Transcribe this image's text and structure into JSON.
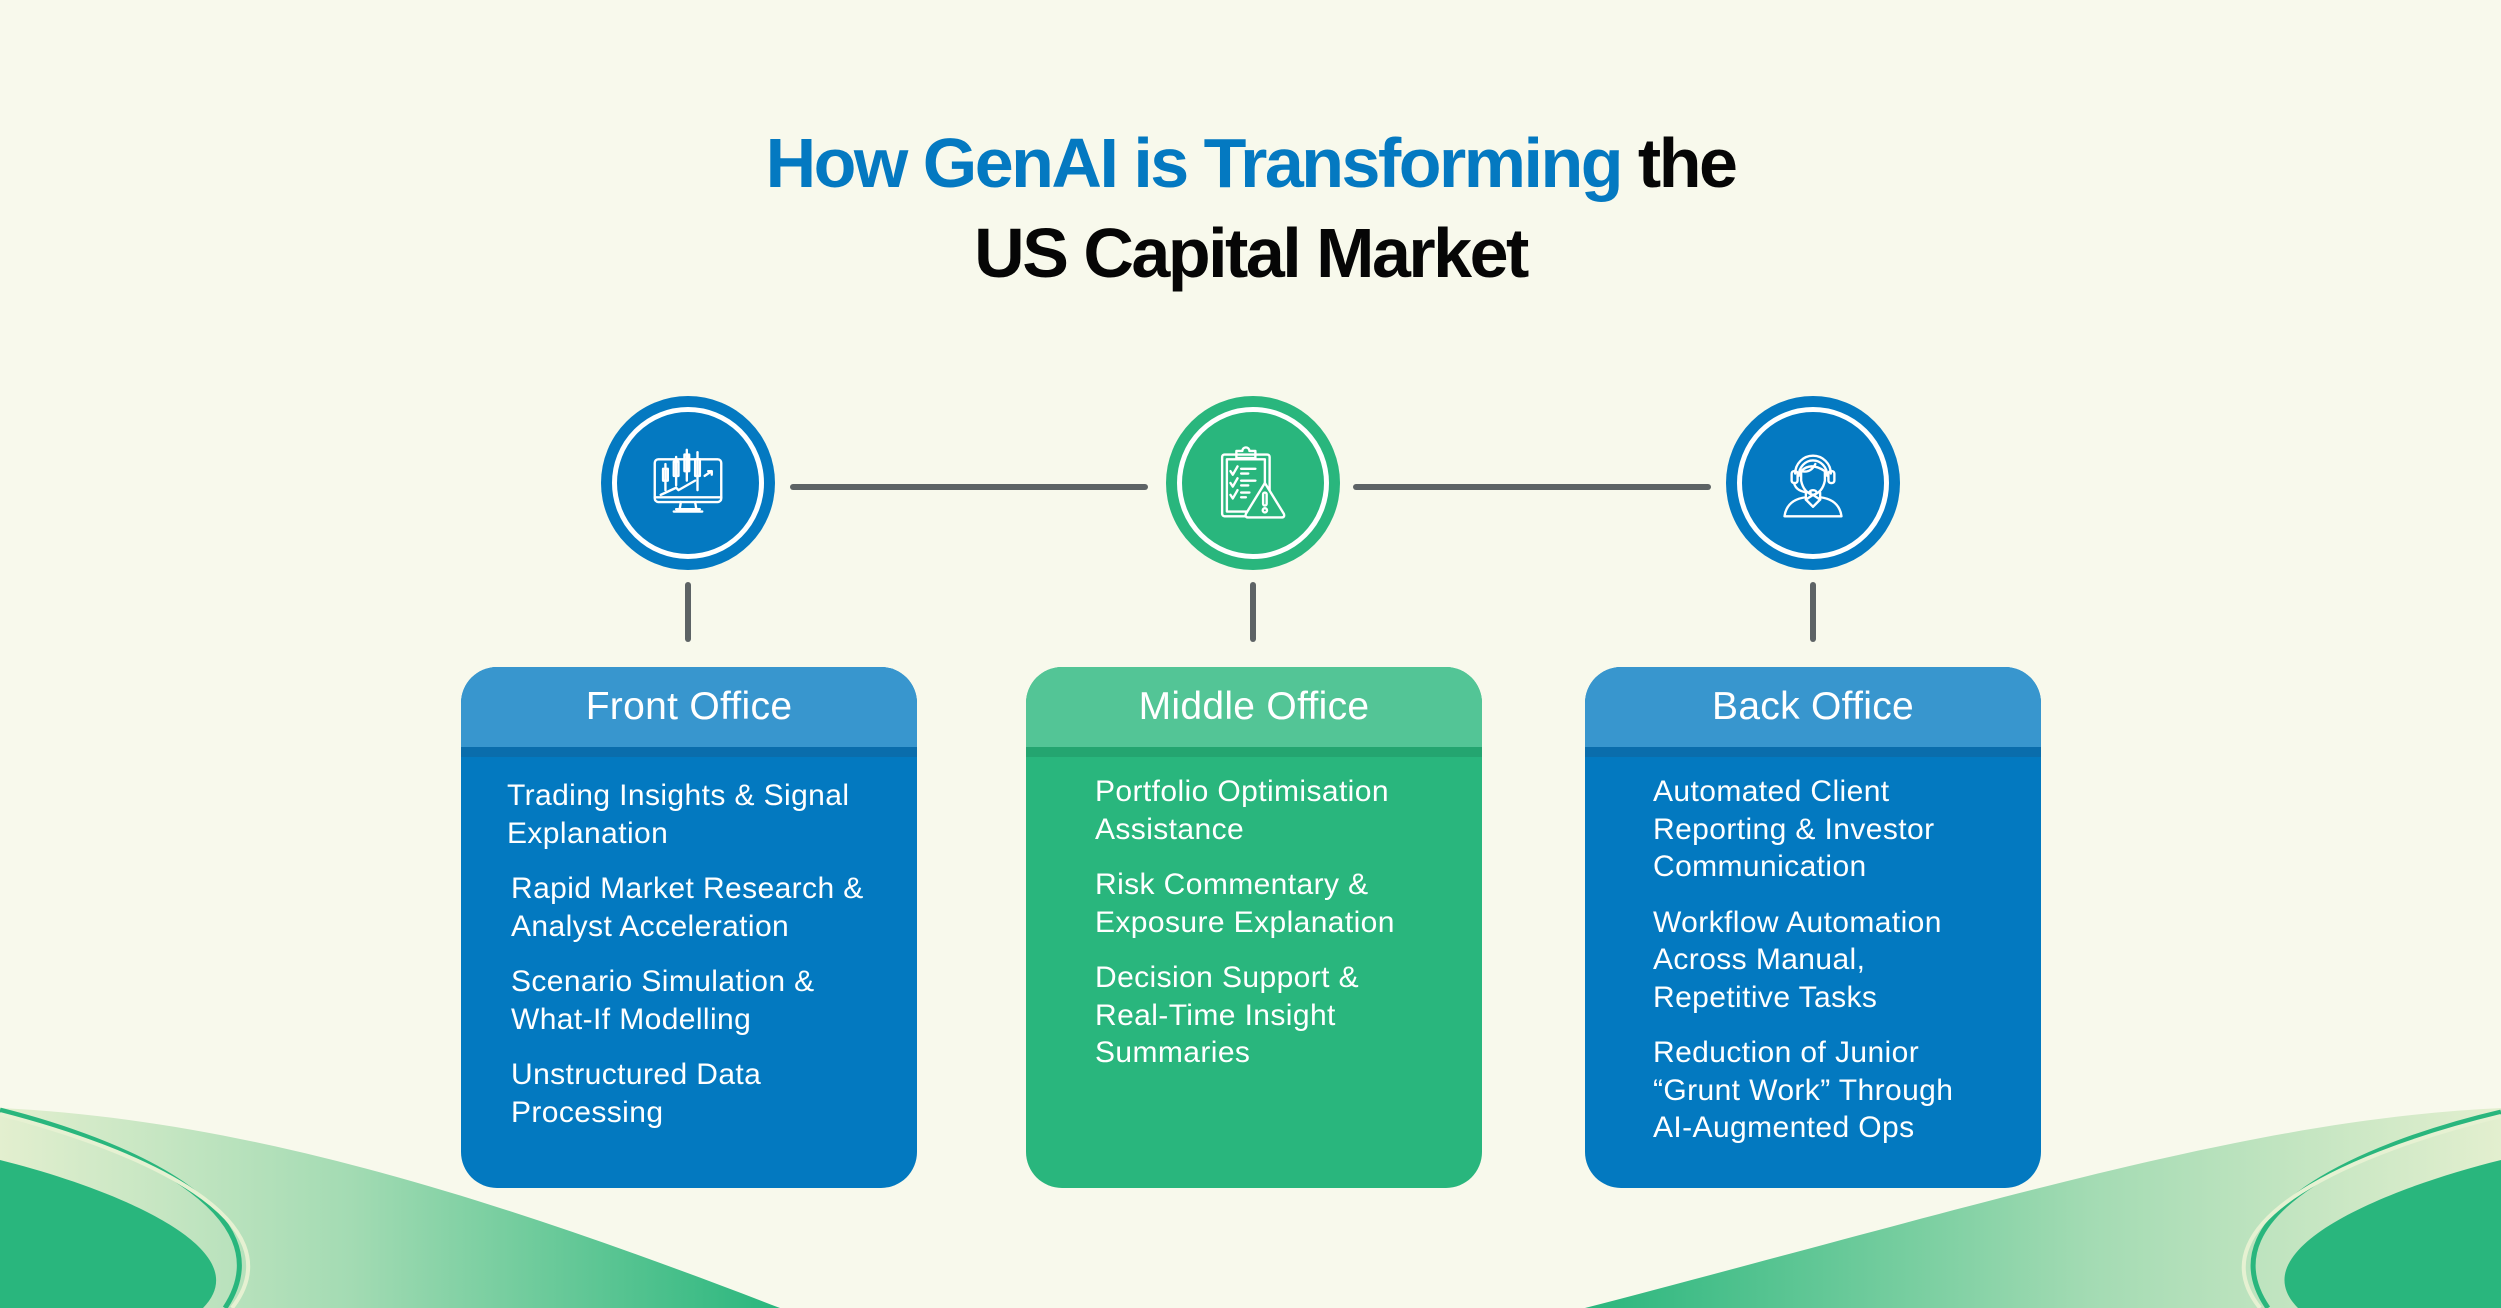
{
  "title": {
    "line1_accent": "How GenAI is Transforming",
    "line1_rest": " the",
    "line2": "US Capital Market"
  },
  "colors": {
    "background": "#f8f9ec",
    "accent_blue": "#0479c1",
    "card_blue": "#0379c0",
    "card_blue_header": "#3896ce",
    "card_green": "#29b67d",
    "card_green_header": "#53c596",
    "connector": "#5d6365",
    "title_dark": "#060606"
  },
  "stages": [
    {
      "title": "Front Office",
      "icon": "monitor-candlestick-chart-icon",
      "color": "blue",
      "items": [
        "Trading Insights & Signal Explanation",
        "Rapid Market Research & Analyst Acceleration",
        "Scenario Simulation & What-If Modelling",
        "Unstructured Data Processing"
      ]
    },
    {
      "title": "Middle Office",
      "icon": "clipboard-checklist-warning-icon",
      "color": "green",
      "items": [
        "Portfolio Optimisation Assistance",
        "Risk Commentary & Exposure Explanation",
        "Decision Support & Real-Time Insight Summaries"
      ]
    },
    {
      "title": "Back Office",
      "icon": "support-agent-headset-icon",
      "color": "blue",
      "items": [
        "Automated Client Reporting & Investor Communication",
        "Workflow Automation Across Manual, Repetitive Tasks",
        "Reduction of Junior “Grunt Work” Through AI-Augmented Ops"
      ]
    }
  ]
}
